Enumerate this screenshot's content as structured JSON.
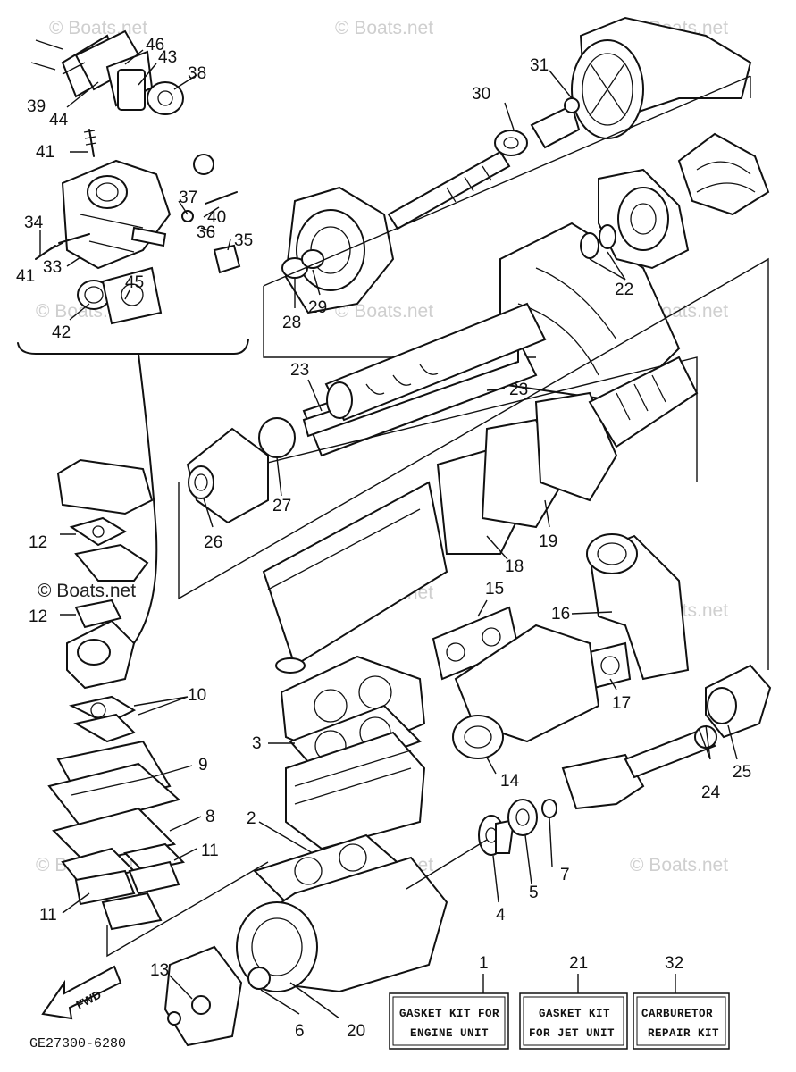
{
  "diagram_code": "GE27300-6280",
  "watermark": "© Boats.net",
  "fwd_label": "FWD",
  "kits": [
    {
      "number": "1",
      "line1": "GASKET KIT FOR",
      "line2": "ENGINE UNIT"
    },
    {
      "number": "21",
      "line1": "GASKET KIT",
      "line2": "FOR JET UNIT"
    },
    {
      "number": "32",
      "line1": "CARBURETOR",
      "line2": "REPAIR KIT"
    }
  ],
  "callouts": {
    "c2": "2",
    "c3": "3",
    "c4": "4",
    "c5": "5",
    "c6": "6",
    "c7": "7",
    "c8": "8",
    "c9": "9",
    "c10": "10",
    "c11a": "11",
    "c11b": "11",
    "c12a": "12",
    "c12b": "12",
    "c13": "13",
    "c14": "14",
    "c15": "15",
    "c16": "16",
    "c17": "17",
    "c18": "18",
    "c19": "19",
    "c20": "20",
    "c22": "22",
    "c23a": "23",
    "c23b": "23",
    "c24": "24",
    "c25": "25",
    "c26": "26",
    "c27": "27",
    "c28": "28",
    "c29": "29",
    "c30": "30",
    "c31": "31",
    "c33": "33",
    "c34": "34",
    "c35": "35",
    "c36": "36",
    "c37": "37",
    "c38": "38",
    "c39": "39",
    "c40": "40",
    "c41a": "41",
    "c41b": "41",
    "c42": "42",
    "c43": "43",
    "c44": "44",
    "c45": "45",
    "c46": "46"
  }
}
